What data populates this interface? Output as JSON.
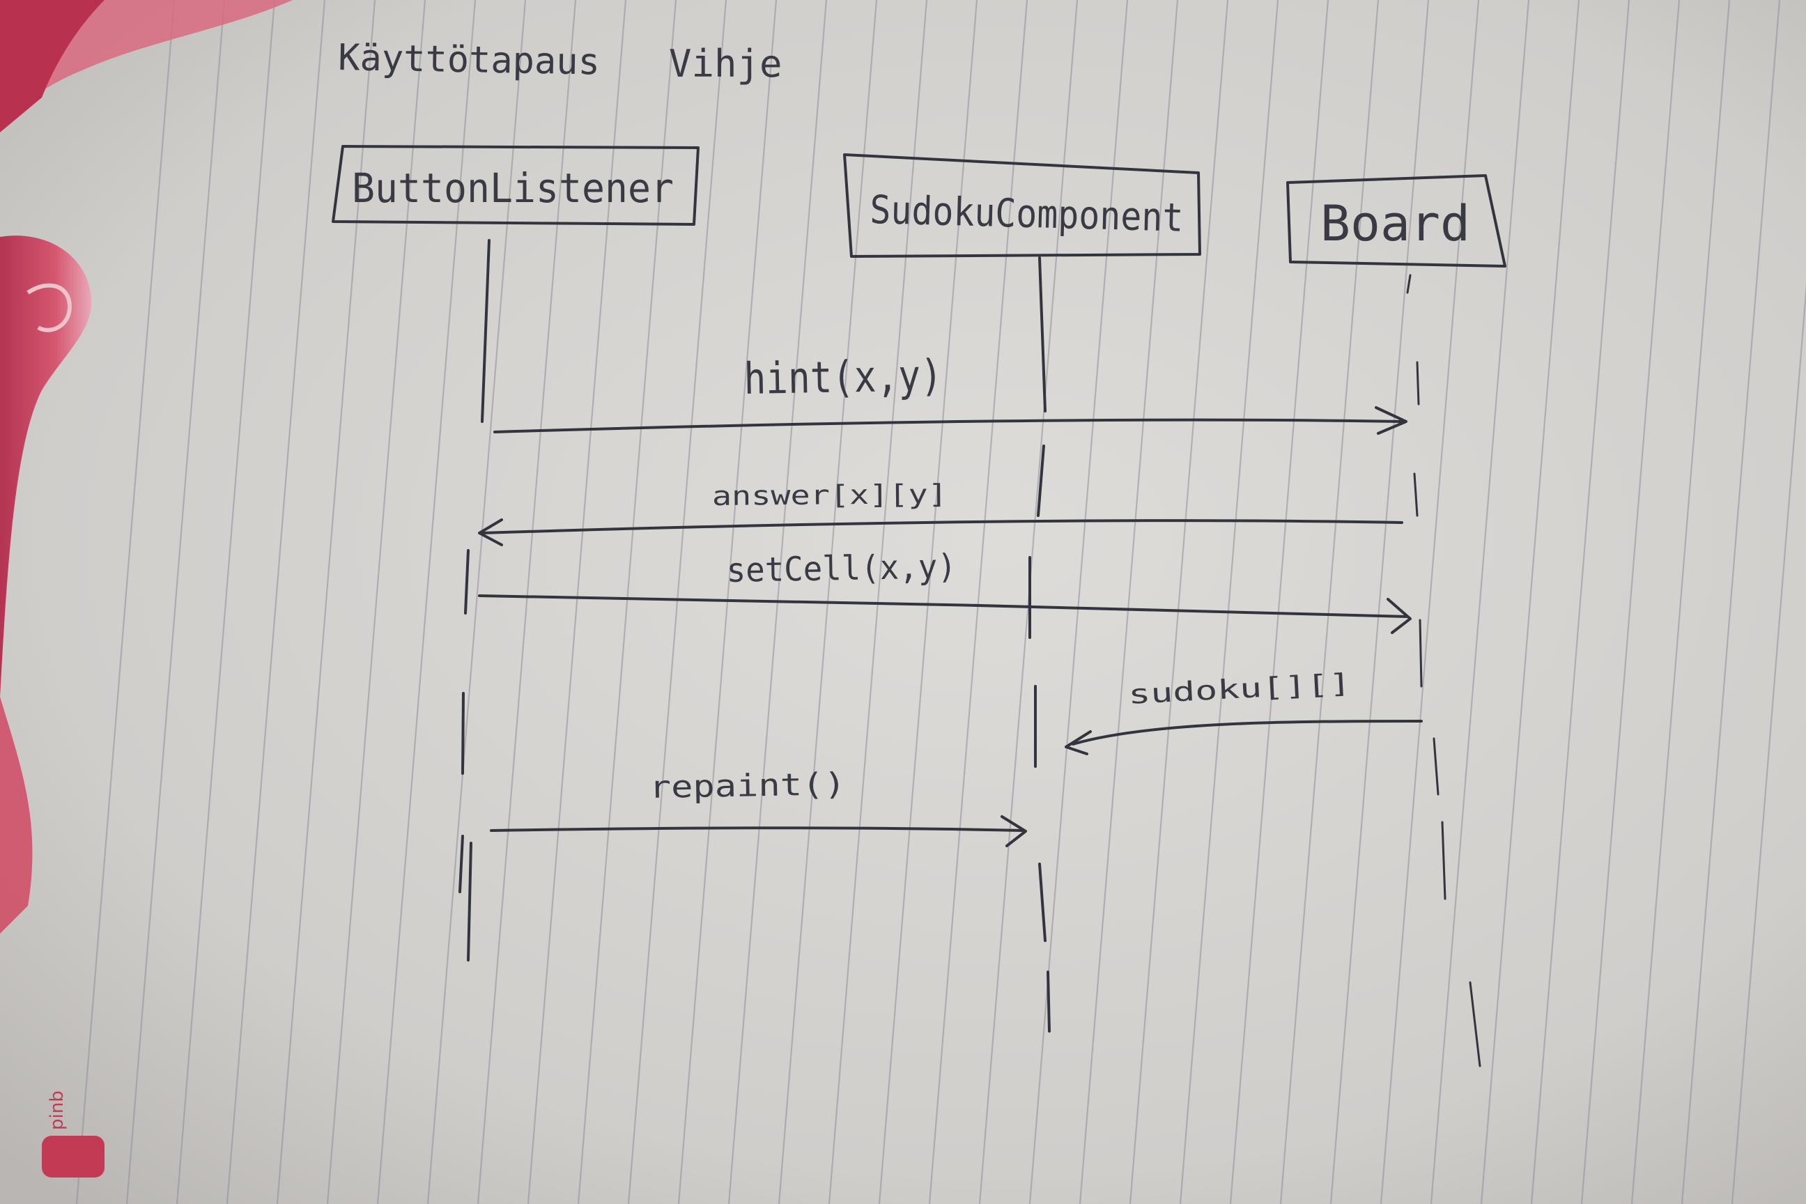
{
  "diagram": {
    "title_left": "Käyttötapaus",
    "title_right": "Vihje",
    "participants": [
      {
        "id": "button",
        "label": "ButtonListener"
      },
      {
        "id": "sudoku",
        "label": "SudokuComponent"
      },
      {
        "id": "board",
        "label": "Board"
      }
    ],
    "messages": [
      {
        "label": "hint(x,y)",
        "from": "button",
        "to": "board"
      },
      {
        "label": "answer[x][y]",
        "from": "board",
        "to": "button"
      },
      {
        "label": "setCell(x,y)",
        "from": "button",
        "to": "board"
      },
      {
        "label": "sudoku[][]",
        "from": "board",
        "to": "sudoku"
      },
      {
        "label": "repaint()",
        "from": "button",
        "to": "sudoku"
      }
    ]
  },
  "colors": {
    "paper": "#d8d6d3",
    "ink": "#34343e",
    "rule_lines": "#8f8f99",
    "margin_pink": "#c8415c"
  }
}
